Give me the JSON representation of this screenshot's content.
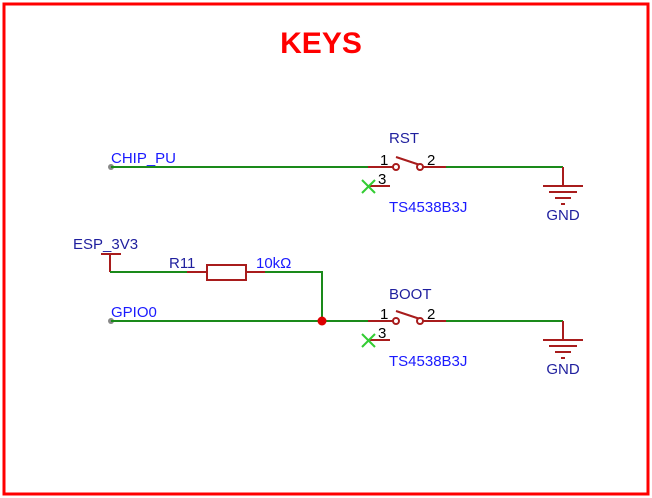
{
  "sheet": {
    "title": "KEYS",
    "border_color": "#ff0000"
  },
  "nets": {
    "chip_pu": "CHIP_PU",
    "gpio0": "GPIO0",
    "esp_3v3": "ESP_3V3",
    "gnd_1": "GND",
    "gnd_2": "GND"
  },
  "components": {
    "rst_switch": {
      "designator": "RST",
      "part_number": "TS4538B3J",
      "pins": [
        "1",
        "2",
        "3"
      ]
    },
    "boot_switch": {
      "designator": "BOOT",
      "part_number": "TS4538B3J",
      "pins": [
        "1",
        "2",
        "3"
      ]
    },
    "r11": {
      "designator": "R11",
      "value": "10kΩ"
    }
  },
  "colors": {
    "wire": "#1a8a1a",
    "component": "#a81c1c",
    "net_label": "#1a1aff",
    "designator": "#1f1f9e",
    "junction": "#dd0000",
    "no_connect": "#33cc33"
  }
}
